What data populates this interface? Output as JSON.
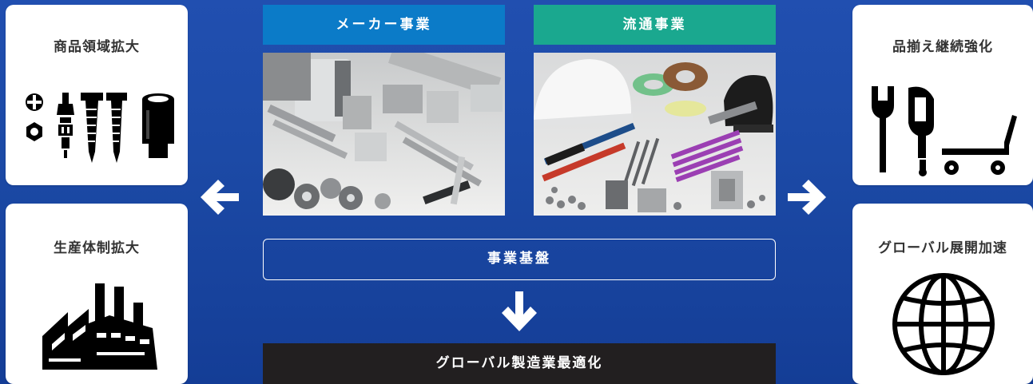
{
  "left_cards": [
    {
      "title": "商品領域拡大",
      "icon": "hardware-parts-icon"
    },
    {
      "title": "生産体制拡大",
      "icon": "factory-icon"
    }
  ],
  "right_cards": [
    {
      "title": "品揃え継続強化",
      "icon": "tools-cart-icon"
    },
    {
      "title": "グローバル展開加速",
      "icon": "globe-icon"
    }
  ],
  "center": {
    "maker_header": "メーカー事業",
    "distribution_header": "流通事業",
    "base_label": "事業基盤",
    "goal_label": "グローバル製造業最適化"
  },
  "colors": {
    "background": "#1c4aa6",
    "maker_header": "#0b7bc8",
    "distribution_header": "#1aa88f",
    "goal_box": "#221f20",
    "card": "#ffffff",
    "icon": "#000000"
  },
  "arrows": [
    "arrow-left",
    "arrow-right",
    "arrow-down"
  ]
}
